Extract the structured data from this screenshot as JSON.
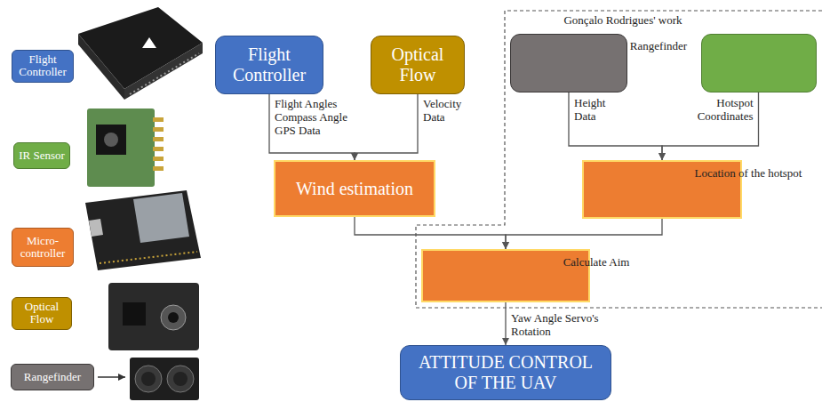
{
  "diagram": {
    "nodes": [
      {
        "text": [
          "Flight Controller"
        ]
      },
      {
        "text": [
          "IR Sensor"
        ]
      },
      {
        "text": [
          "Micro- controller"
        ]
      },
      {
        "text": [
          "Optical Flow"
        ]
      },
      {
        "text": [
          "Rangefinder"
        ]
      },
      {
        "text": [
          "Flight Controller"
        ]
      },
      {
        "text": [
          "Optical Flow"
        ]
      },
      {
        "text": [
          "Gonçalo Rodrigues' work"
        ]
      },
      {
        "text": [
          "Rangefinder"
        ],
        "in": 7
      },
      {
        "text": [
          "IR Sensor"
        ],
        "in": 7
      },
      {
        "text": [
          "Wind estimation"
        ]
      },
      {
        "text": [
          "Location of the hotspot"
        ],
        "in": 7
      },
      {
        "text": [
          "Calculate Aim"
        ],
        "in": 7
      },
      {
        "text": [
          "ATTITUDE CONTROL OF THE UAV"
        ]
      }
    ],
    "edges": [
      {
        "from": 5,
        "to": 10,
        "label": "Flight Angles Compass Angle GPS Data",
        "arrow": "to"
      },
      {
        "from": 6,
        "to": 10,
        "label": "Velocity Data",
        "arrow": "to"
      },
      {
        "from": 8,
        "to": 11,
        "label": "Height Data",
        "arrow": "to"
      },
      {
        "from": 9,
        "to": 11,
        "label": "Hotspot Coordinates",
        "arrow": "to"
      },
      {
        "from": 10,
        "to": 12,
        "arrow": "to"
      },
      {
        "from": 11,
        "to": 12,
        "arrow": "to"
      },
      {
        "from": 12,
        "to": 13,
        "label": "Yaw Angle Servo's Rotation",
        "arrow": "to"
      }
    ]
  }
}
